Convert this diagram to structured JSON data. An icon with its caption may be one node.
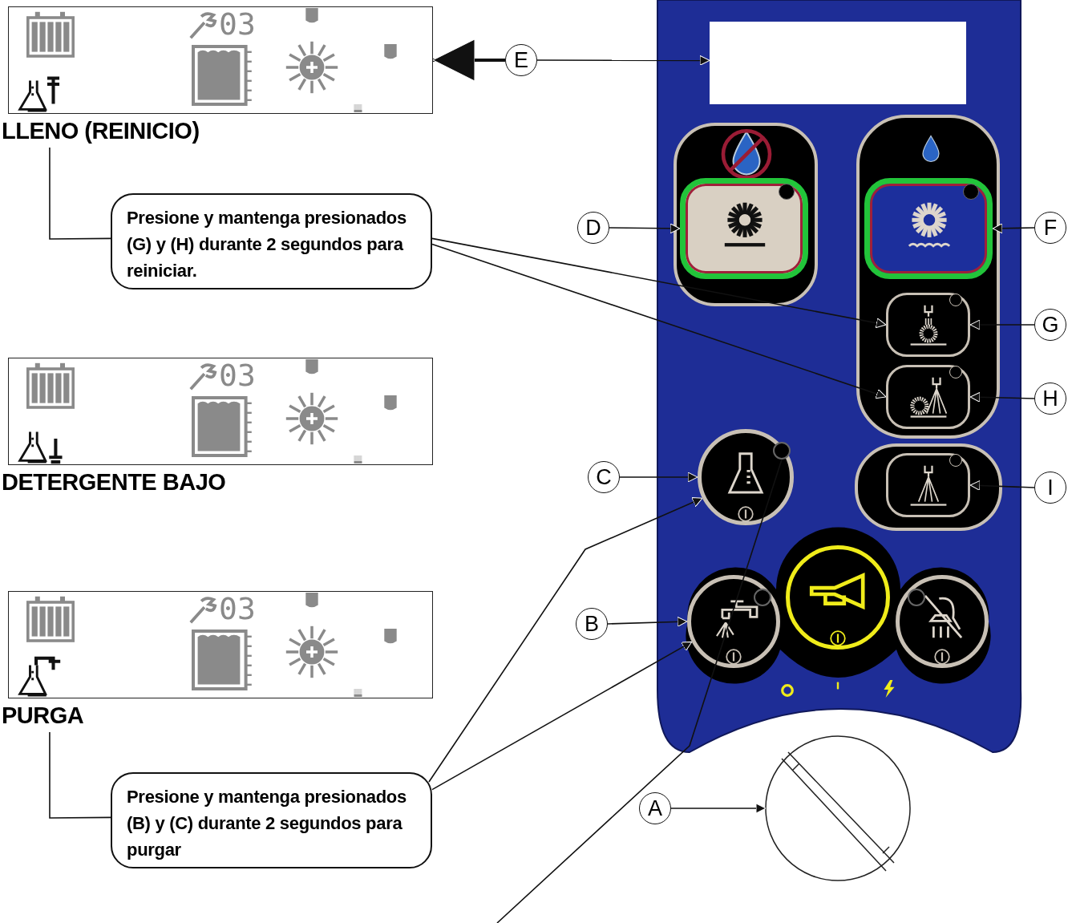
{
  "diagram": {
    "nodes": [
      {
        "text": [
          "03",
          "LLENO (REINICIO)"
        ]
      },
      {
        "text": [
          "Presione y mantenga presionados (G) y (H) durante 2 segundos para reiniciar."
        ]
      },
      {
        "text": [
          "03",
          "DETERGENTE BAJO"
        ]
      },
      {
        "text": [
          "03",
          "PURGA"
        ]
      },
      {
        "text": [
          "Presione y mantenga presionados (B) y (C) durante 2 segundos para purgar"
        ]
      },
      {
        "text": [],
        "shape": "box"
      },
      {
        "text": [],
        "shape": "box",
        "in": 5
      },
      {
        "text": [],
        "shape": "box",
        "in": 5
      },
      {
        "text": [],
        "shape": "box",
        "in": 5
      },
      {
        "text": [],
        "shape": "box",
        "in": 5
      },
      {
        "text": [],
        "shape": "box",
        "in": 5
      },
      {
        "text": [],
        "shape": "box",
        "in": 5
      },
      {
        "text": [],
        "shape": "circle",
        "in": 5
      },
      {
        "text": [],
        "shape": "circle",
        "in": 12
      },
      {
        "text": [],
        "shape": "circle",
        "in": 5
      },
      {
        "text": [],
        "shape": "circle",
        "in": 5
      },
      {
        "text": [],
        "shape": "circle",
        "in": 5
      },
      {
        "text": [],
        "shape": "circle"
      },
      {
        "text": [
          "E"
        ]
      },
      {
        "text": [
          "D"
        ]
      },
      {
        "text": [
          "F"
        ]
      },
      {
        "text": [
          "G"
        ]
      },
      {
        "text": [
          "H"
        ]
      },
      {
        "text": [
          "I"
        ]
      },
      {
        "text": [
          "C"
        ]
      },
      {
        "text": [
          "B"
        ]
      },
      {
        "text": [
          "A"
        ]
      }
    ],
    "edges": [
      {
        "from": 18,
        "to": 0,
        "arrow": "to",
        "style": "thick"
      },
      {
        "from": 18,
        "to": 6,
        "arrow": "to"
      },
      {
        "from": 19,
        "to": 7,
        "arrow": "to"
      },
      {
        "from": 20,
        "to": 8,
        "arrow": "to"
      },
      {
        "from": 0,
        "to": 1,
        "arrow": "none"
      },
      {
        "from": 1,
        "to": 9,
        "arrow": "to"
      },
      {
        "from": 1,
        "to": 10,
        "arrow": "to"
      },
      {
        "from": 21,
        "to": 9,
        "arrow": "to"
      },
      {
        "from": 22,
        "to": 10,
        "arrow": "to"
      },
      {
        "from": 24,
        "to": 12,
        "arrow": "to"
      },
      {
        "from": 23,
        "to": 11,
        "arrow": "to"
      },
      {
        "from": 25,
        "to": 14,
        "arrow": "to"
      },
      {
        "from": 3,
        "to": 4,
        "arrow": "none"
      },
      {
        "from": 4,
        "to": 12,
        "arrow": "to"
      },
      {
        "from": 4,
        "to": 14,
        "arrow": "to"
      },
      {
        "from": null,
        "to": 13,
        "arrow": "none"
      },
      {
        "from": 26,
        "to": 17,
        "arrow": "to"
      }
    ]
  }
}
